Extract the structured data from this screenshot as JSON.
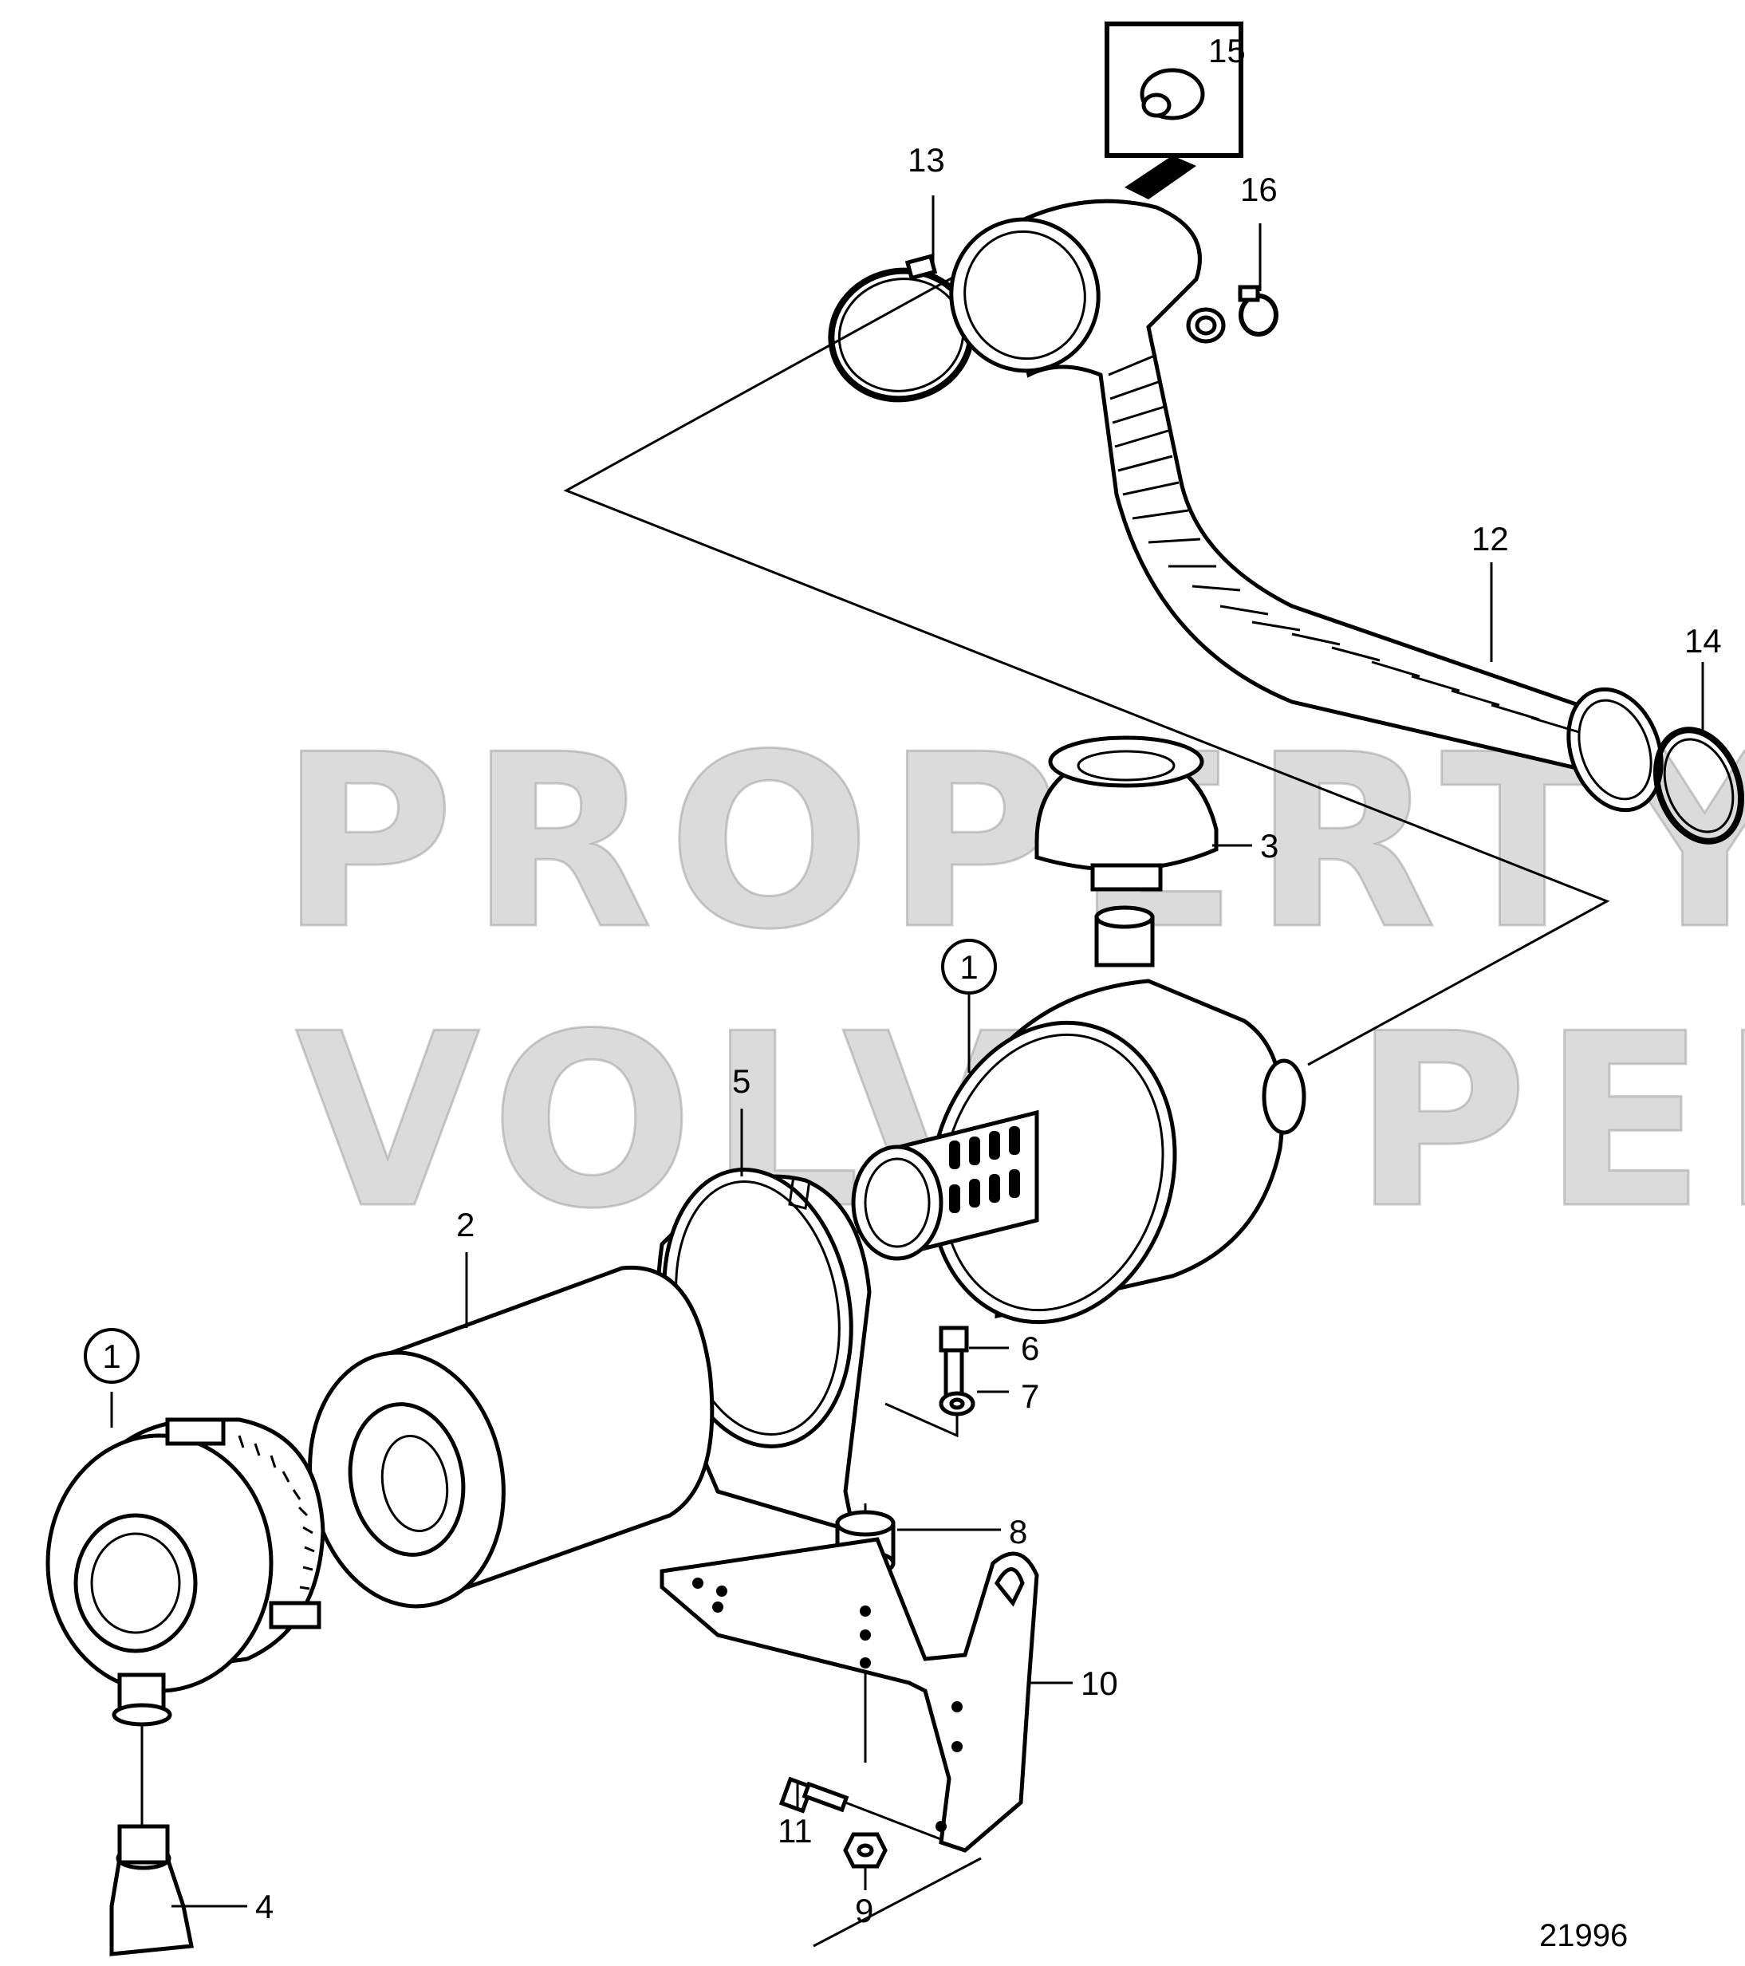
{
  "watermark": {
    "line1": "PROPERTY OF",
    "line2": "VOLVO PENTA"
  },
  "figure_number": "21996",
  "callouts": {
    "c1a": "1",
    "c1b": "1",
    "c2": "2",
    "c3": "3",
    "c4": "4",
    "c5": "5",
    "c6": "6",
    "c7": "7",
    "c8": "8",
    "c9": "9",
    "c10": "10",
    "c11": "11",
    "c12": "12",
    "c13": "13",
    "c14": "14",
    "c15": "15",
    "c16": "16"
  }
}
